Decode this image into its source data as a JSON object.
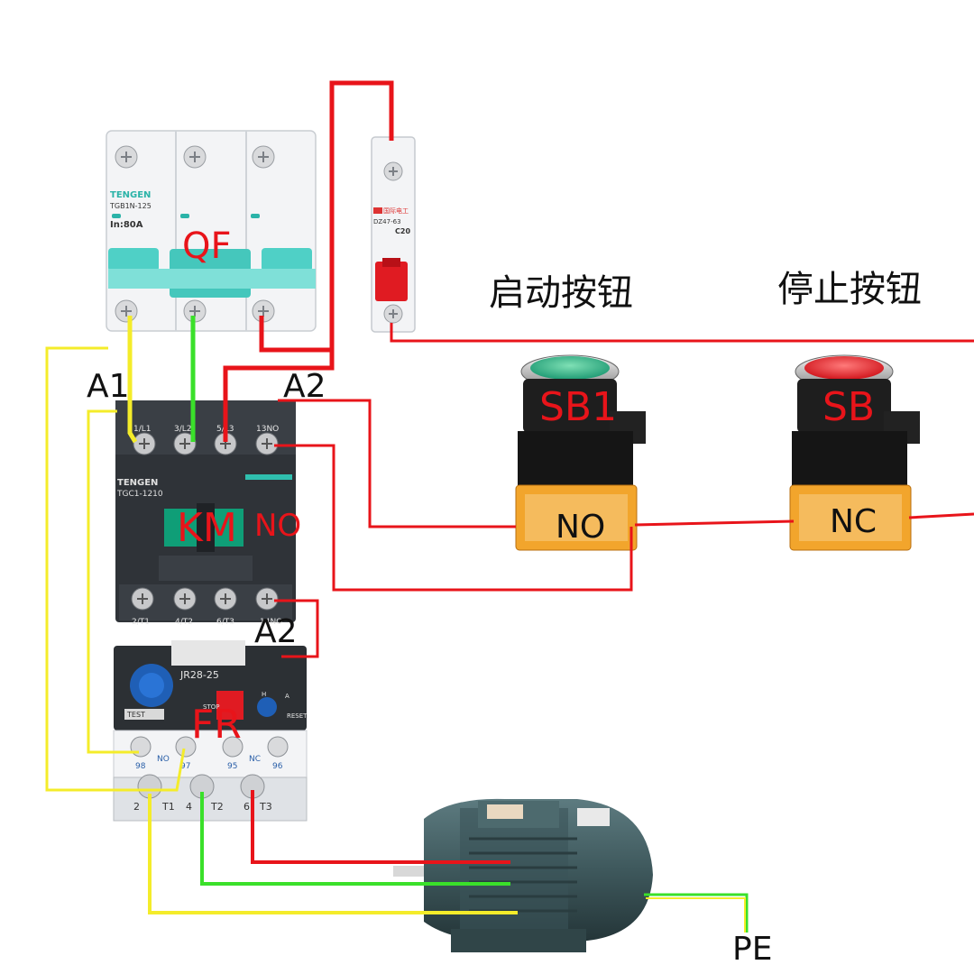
{
  "labels": {
    "qf": "QF",
    "km": "KM",
    "km_no": "NO",
    "fr": "FR",
    "a1": "A1",
    "a2_top": "A2",
    "a2_bottom": "A2",
    "sb1": "SB1",
    "sb": "SB",
    "sb1_contact": "NO",
    "sb_contact": "NC",
    "pe": "PE",
    "start_button": "启动按钮",
    "stop_button": "停止按钮"
  },
  "device_text": {
    "breaker_brand": "TENGEN",
    "breaker_model": "TGB1N-125",
    "breaker_rating": "In:80A",
    "mcb_brand": "国际电工",
    "mcb_model": "DZ47-63",
    "mcb_rating": "C20",
    "contactor_brand": "TENGEN",
    "contactor_model": "TGC1-1210",
    "terminal_l1": "1/L1",
    "terminal_l2": "3/L2",
    "terminal_l3": "5/L3",
    "terminal_13no": "13NO",
    "terminal_t1": "2/T1",
    "terminal_t2": "4/T2",
    "terminal_t3": "6/T3",
    "terminal_14no": "14NO",
    "relay_model": "JR28-25",
    "relay_test": "TEST",
    "relay_stop": "STOP",
    "relay_reset": "RESET",
    "relay_h": "H",
    "relay_a": "A",
    "aux_98": "98",
    "aux_97": "97",
    "aux_95": "95",
    "aux_96": "96",
    "aux_no": "NO",
    "aux_nc": "NC",
    "out_2": "2",
    "out_4": "4",
    "out_6": "6",
    "out_t1": "T1",
    "out_t2": "T2",
    "out_t3": "T3"
  },
  "colors": {
    "red_wire": "#e8141a",
    "yellow_wire": "#f4ec2a",
    "green_wire": "#3ae02a",
    "label_red": "#e8141a",
    "breaker_teal": "#4fd0c6",
    "contactor_body": "#2f3338",
    "motor_body": "#3f5a5e"
  }
}
